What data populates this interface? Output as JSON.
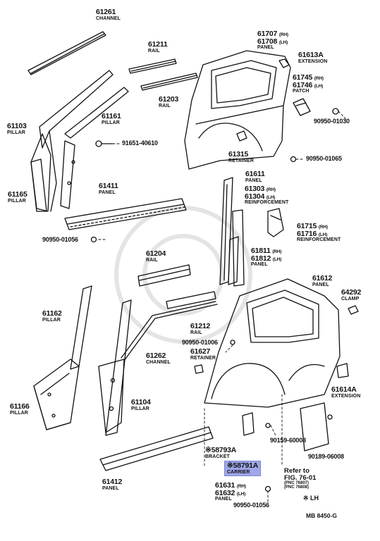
{
  "parts": [
    {
      "id": "p61261",
      "number": "61261",
      "name": "CHANNEL"
    },
    {
      "id": "p61211",
      "number": "61211",
      "name": "RAIL"
    },
    {
      "id": "p61203",
      "number": "61203",
      "name": "RAIL"
    },
    {
      "id": "p61707",
      "number": "61707",
      "suffix": "(RH)"
    },
    {
      "id": "p61708",
      "number": "61708",
      "suffix": "(LH)",
      "name": "PANEL"
    },
    {
      "id": "p61613A",
      "number": "61613A",
      "name": "EXTENSION"
    },
    {
      "id": "p61745",
      "number": "61745",
      "suffix": "(RH)"
    },
    {
      "id": "p61746",
      "number": "61746",
      "suffix": "(LH)",
      "name": "PATCH"
    },
    {
      "id": "p61103",
      "number": "61103",
      "name": "PILLAR"
    },
    {
      "id": "p61161",
      "number": "61161",
      "name": "PILLAR"
    },
    {
      "id": "p91651",
      "number": "91651-40610"
    },
    {
      "id": "p90950a",
      "number": "90950-01030"
    },
    {
      "id": "p61315",
      "number": "61315",
      "name": "RETAINER"
    },
    {
      "id": "p90950b",
      "number": "90950-01065"
    },
    {
      "id": "p61165",
      "number": "61165",
      "name": "PILLAR"
    },
    {
      "id": "p61411",
      "number": "61411",
      "name": "PANEL"
    },
    {
      "id": "p61611",
      "number": "61611",
      "name": "PANEL"
    },
    {
      "id": "p61303",
      "number": "61303",
      "suffix": "(RH)"
    },
    {
      "id": "p61304",
      "number": "61304",
      "suffix": "(LH)",
      "name": "REINFORCEMENT"
    },
    {
      "id": "p61715",
      "number": "61715",
      "suffix": "(RH)"
    },
    {
      "id": "p61716",
      "number": "61716",
      "suffix": "(LH)",
      "name": "REINFORCEMENT"
    },
    {
      "id": "p90950c",
      "number": "90950-01056"
    },
    {
      "id": "p61811",
      "number": "61811",
      "suffix": "(RH)"
    },
    {
      "id": "p61812",
      "number": "61812",
      "suffix": "(LH)",
      "name": "PANEL"
    },
    {
      "id": "p61204",
      "number": "61204",
      "name": "RAIL"
    },
    {
      "id": "p61612",
      "number": "61612",
      "name": "PANEL"
    },
    {
      "id": "p64292",
      "number": "64292",
      "name": "CLAMP"
    },
    {
      "id": "p61162",
      "number": "61162",
      "name": "PILLAR"
    },
    {
      "id": "p61212",
      "number": "61212",
      "name": "RAIL"
    },
    {
      "id": "p90950d",
      "number": "90950-01006"
    },
    {
      "id": "p61627",
      "number": "61627",
      "name": "RETAINER"
    },
    {
      "id": "p61262",
      "number": "61262",
      "name": "CHANNEL"
    },
    {
      "id": "p61614A",
      "number": "61614A",
      "name": "EXTENSION"
    },
    {
      "id": "p61166",
      "number": "61166",
      "name": "PILLAR"
    },
    {
      "id": "p61104",
      "number": "61104",
      "name": "PILLAR"
    },
    {
      "id": "p58793A",
      "number": "※58793A",
      "name": "BRACKET"
    },
    {
      "id": "p90159",
      "number": "90159-60008"
    },
    {
      "id": "p90189",
      "number": "90189-06008"
    },
    {
      "id": "p58791A",
      "number": "※58791A",
      "name": "CARRIER",
      "highlight": true
    },
    {
      "id": "p61412",
      "number": "61412",
      "name": "PANEL"
    },
    {
      "id": "p61631",
      "number": "61631",
      "suffix": "(RH)"
    },
    {
      "id": "p61632",
      "number": "61632",
      "suffix": "(LH)",
      "name": "PANEL"
    },
    {
      "id": "p90950e",
      "number": "90950-01056"
    }
  ],
  "reference": {
    "refer_to": "Refer to",
    "fig": "FIG. 76-01",
    "pnc1": "(PNC 76807)",
    "pnc2": "(PNC 76808)"
  },
  "note": "※ LH",
  "footer": "MB 8450-G",
  "colors": {
    "highlight": "#9ea7e8",
    "ink": "#111111",
    "watermark": "#e4e4e4"
  }
}
